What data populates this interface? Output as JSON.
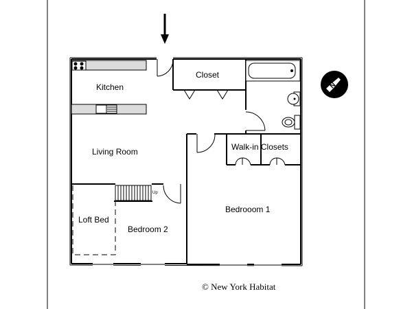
{
  "rooms": {
    "kitchen": "Kitchen",
    "closet": "Closet",
    "living_room": "Living Room",
    "walk_in_closets": "Walk-in Closets",
    "bedroom_1": "Bedrooom 1",
    "bedroom_2": "Bedroom 2",
    "loft_bed": "Loft Bed"
  },
  "stairs_label": "Up",
  "copyright": "©  New York Habitat",
  "compass_letter": "N",
  "icons": [
    "entrance-arrow-icon",
    "compass-north-icon",
    "stove-icon",
    "sink-icon",
    "bathtub-icon",
    "toilet-icon"
  ]
}
